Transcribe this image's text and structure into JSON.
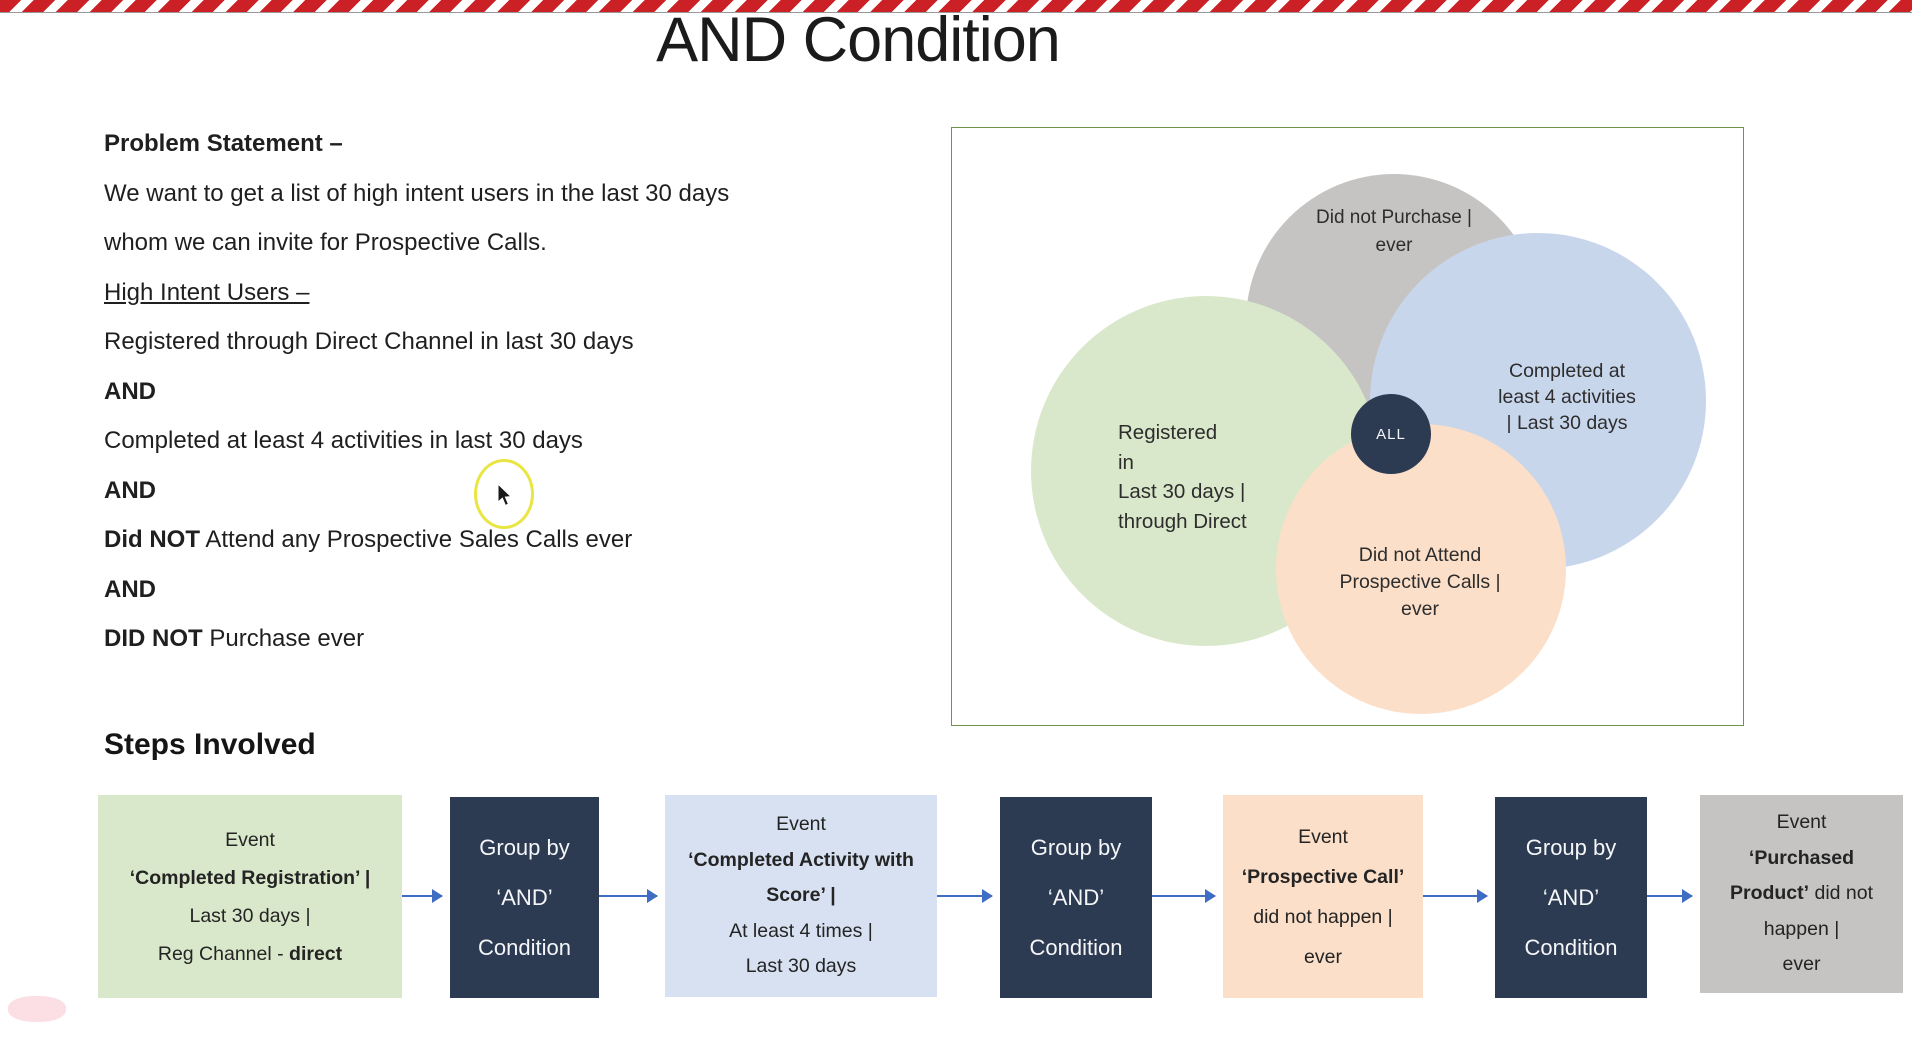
{
  "slide": {
    "title": "AND Condition",
    "colors": {
      "stripe-red": "#cb2026",
      "navy": "#2c3a52",
      "pastel-green": "#d9e8ca",
      "circle-blue": "#c8d6ec",
      "box-blue": "#d7e1f1",
      "pastel-peach": "#fbdfc9",
      "pastel-gray": "#c5c4c3",
      "venn-border": "#71914f",
      "arrow-blue": "#3e6dc3",
      "highlight-yellow": "#e9e542"
    },
    "problem": {
      "lines": [
        [
          {
            "t": "Problem Statement –",
            "b": true
          }
        ],
        [
          {
            "t": "We want to get a list of high intent users in the last 30 days"
          }
        ],
        [
          {
            "t": "whom we can invite for Prospective Calls."
          }
        ],
        [
          {
            "t": "High Intent Users –",
            "u": true
          }
        ],
        [
          {
            "t": "Registered through Direct Channel in last 30 days"
          }
        ],
        [
          {
            "t": "AND",
            "b": true
          }
        ],
        [
          {
            "t": "Completed at least 4 activities in last 30 days"
          }
        ],
        [
          {
            "t": "AND",
            "b": true
          }
        ],
        [
          {
            "t": "Did NOT",
            "b": true
          },
          {
            "t": " Attend any Prospective Sales Calls ever"
          }
        ],
        [
          {
            "t": "AND",
            "b": true
          }
        ],
        [
          {
            "t": "DID NOT",
            "b": true
          },
          {
            "t": " Purchase ever"
          }
        ]
      ]
    },
    "venn": {
      "gray_label": [
        "Did not Purchase |",
        "ever"
      ],
      "green_label": [
        "Registered",
        "in",
        "Last 30 days |",
        "through Direct"
      ],
      "blue_label": [
        "Completed at",
        "least 4 activities",
        "| Last 30 days"
      ],
      "peach_label": [
        "Did not Attend",
        "Prospective Calls |",
        "ever"
      ],
      "center_label": "ALL"
    },
    "steps_heading": "Steps Involved",
    "steps": [
      {
        "name": "event-completed-registration",
        "style": "style-event",
        "lines": [
          [
            {
              "t": "Event"
            }
          ],
          [
            {
              "t": "‘Completed Registration’ |",
              "b": true
            }
          ],
          [
            {
              "t": "Last 30 days |"
            }
          ],
          [
            {
              "t": "Reg Channel - "
            },
            {
              "t": "direct",
              "b": true
            }
          ]
        ]
      },
      {
        "name": "group-by-and-1",
        "style": "style-group",
        "lines": [
          [
            {
              "t": "Group by"
            }
          ],
          [
            {
              "t": "‘AND’"
            }
          ],
          [
            {
              "t": "Condition"
            }
          ]
        ]
      },
      {
        "name": "event-completed-activity-with-score",
        "style": "style-event",
        "lines": [
          [
            {
              "t": "Event"
            }
          ],
          [
            {
              "t": "‘Completed Activity with",
              "b": true
            }
          ],
          [
            {
              "t": "Score’ |",
              "b": true
            }
          ],
          [
            {
              "t": "At least 4 times |"
            }
          ],
          [
            {
              "t": "Last 30 days"
            }
          ]
        ]
      },
      {
        "name": "group-by-and-2",
        "style": "style-group",
        "lines": [
          [
            {
              "t": "Group by"
            }
          ],
          [
            {
              "t": "‘AND’"
            }
          ],
          [
            {
              "t": "Condition"
            }
          ]
        ]
      },
      {
        "name": "event-prospective-call",
        "style": "style-event",
        "lines": [
          [
            {
              "t": "Event"
            }
          ],
          [
            {
              "t": "‘Prospective Call’",
              "b": true
            }
          ],
          [
            {
              "t": "did not happen |"
            }
          ],
          [
            {
              "t": "ever"
            }
          ]
        ]
      },
      {
        "name": "group-by-and-3",
        "style": "style-group",
        "lines": [
          [
            {
              "t": "Group by"
            }
          ],
          [
            {
              "t": "‘AND’"
            }
          ],
          [
            {
              "t": "Condition"
            }
          ]
        ]
      },
      {
        "name": "event-purchased-product",
        "style": "style-event",
        "lines": [
          [
            {
              "t": "Event"
            }
          ],
          [
            {
              "t": "‘Purchased",
              "b": true
            }
          ],
          [
            {
              "t": "Product’",
              "b": true
            },
            {
              "t": " did not"
            }
          ],
          [
            {
              "t": "happen |"
            }
          ],
          [
            {
              "t": "ever"
            }
          ]
        ]
      }
    ]
  }
}
